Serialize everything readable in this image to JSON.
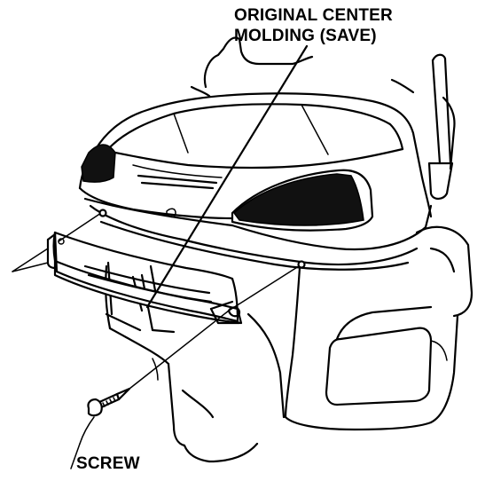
{
  "callouts": {
    "molding_line1": "ORIGINAL CENTER",
    "molding_line2": "MOLDING (SAVE)",
    "screw": "SCREW"
  }
}
